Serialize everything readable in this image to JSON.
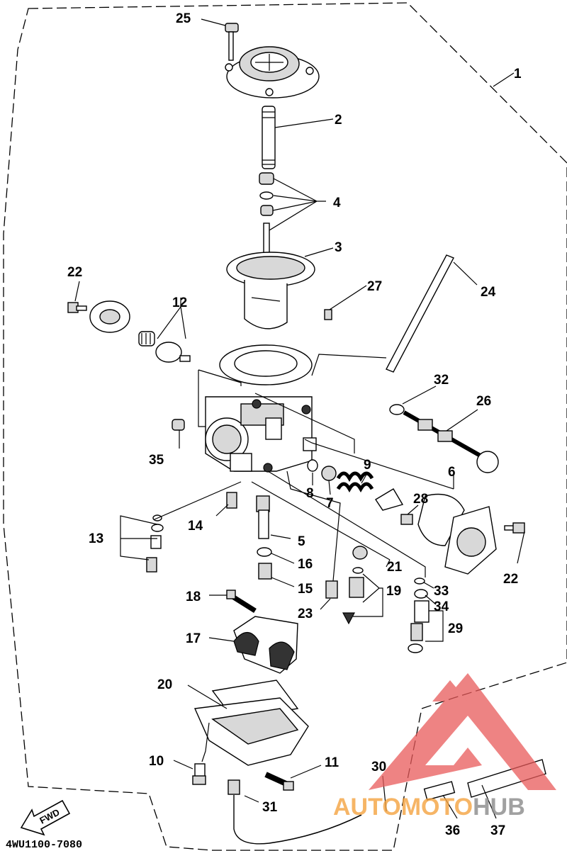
{
  "diagram": {
    "callouts": {
      "p1": "1",
      "p2": "2",
      "p3": "3",
      "p4": "4",
      "p5": "5",
      "p6": "6",
      "p7": "7",
      "p8": "8",
      "p9": "9",
      "p10": "10",
      "p11": "11",
      "p12": "12",
      "p13": "13",
      "p14": "14",
      "p15": "15",
      "p16": "16",
      "p17": "17",
      "p18": "18",
      "p19": "19",
      "p20": "20",
      "p21": "21",
      "p22a": "22",
      "p22b": "22",
      "p23": "23",
      "p24": "24",
      "p25": "25",
      "p26": "26",
      "p27": "27",
      "p28": "28",
      "p29": "29",
      "p30": "30",
      "p31": "31",
      "p32": "32",
      "p33": "33",
      "p34": "34",
      "p35": "35",
      "p36": "36",
      "p37": "37"
    },
    "diagram_code": "4WU1100-7080",
    "fwd_label": "FWD"
  },
  "watermark": {
    "text_part1": "AUTO",
    "text_part2": "MOTO",
    "text_part3": "HUB",
    "colors": {
      "red": "#e85a5a",
      "orange": "#f4a340",
      "gray": "#8a8a8a"
    }
  }
}
